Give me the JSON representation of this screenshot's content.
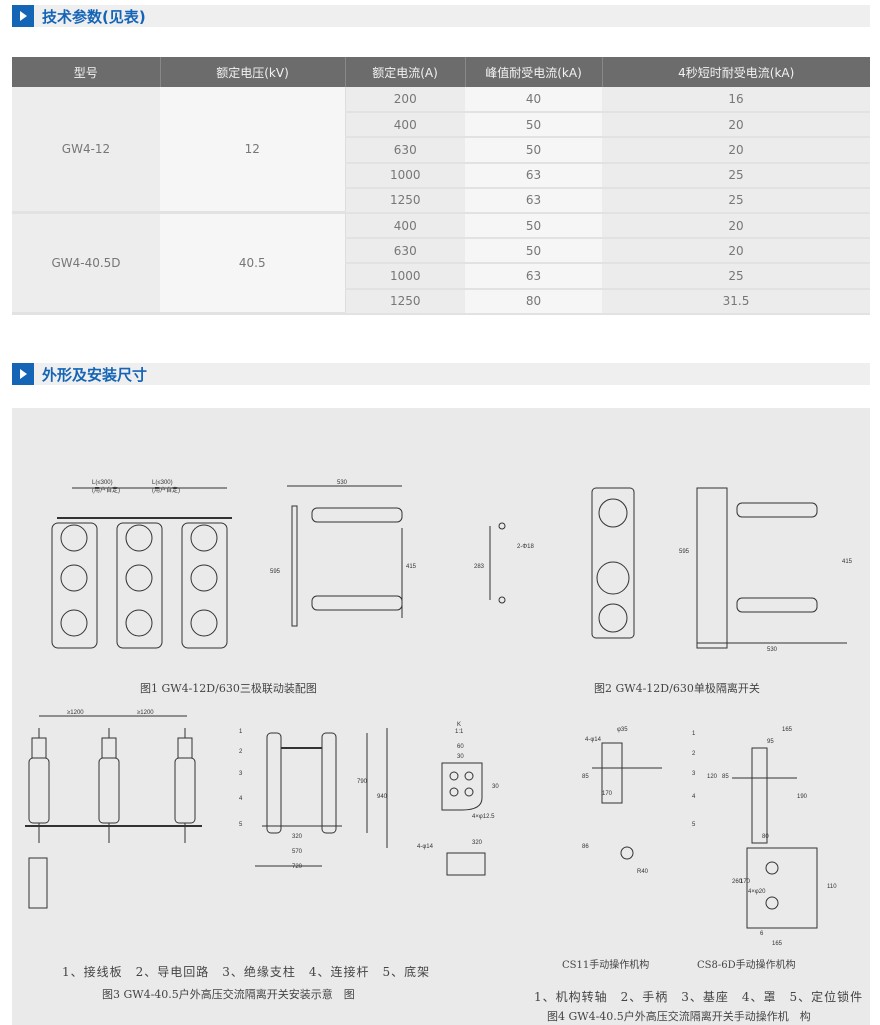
{
  "section1": {
    "title": "技术参数(见表)"
  },
  "table": {
    "headers": [
      "型号",
      "额定电压(kV)",
      "额定电流(A)",
      "峰值耐受电流(kA)",
      "4秒短时耐受电流(kA)"
    ],
    "groups": [
      {
        "model": "GW4-12",
        "voltage": "12",
        "rows": [
          [
            "200",
            "40",
            "16"
          ],
          [
            "400",
            "50",
            "20"
          ],
          [
            "630",
            "50",
            "20"
          ],
          [
            "1000",
            "63",
            "25"
          ],
          [
            "1250",
            "63",
            "25"
          ]
        ]
      },
      {
        "model": "GW4-40.5D",
        "voltage": "40.5",
        "rows": [
          [
            "400",
            "50",
            "20"
          ],
          [
            "630",
            "50",
            "20"
          ],
          [
            "1000",
            "63",
            "25"
          ],
          [
            "1250",
            "80",
            "31.5"
          ]
        ]
      }
    ]
  },
  "section2": {
    "title": "外形及安装尺寸"
  },
  "figures": {
    "fig1": {
      "caption": "图1 GW4-12D/630三极联动装配图",
      "dims": [
        "L(≤300)",
        "(用户自定)",
        "L(≤300)",
        "(用户自定)",
        "530",
        "595",
        "415",
        "2-Φ18",
        "283"
      ]
    },
    "fig2": {
      "caption": "图2 GW4-12D/630单极隔离开关",
      "dims": [
        "595",
        "415",
        "530"
      ]
    },
    "fig3": {
      "legend": "1、接线板　2、导电回路　3、绝缘支柱　4、连接杆　5、底架",
      "caption": "图3 GW4-40.5户外高压交流隔离开关安装示意　图",
      "dims": [
        "≥1200",
        "≥1200",
        "K",
        "320",
        "570",
        "720",
        "790",
        "940",
        "1",
        "2",
        "3",
        "4",
        "5",
        "K",
        "1:1",
        "60",
        "30",
        "30",
        "4×φ12.5",
        "4-φ14",
        "320"
      ]
    },
    "fig4": {
      "sub1": "CS11手动操作机构",
      "sub2": "CS8-6D手动操作机构",
      "legend": "1、机构转轴　2、手柄　3、基座　4、罩　5、定位锁件",
      "caption": "图4 GW4-40.5户外高压交流隔离开关手动操作机　构",
      "dims": [
        "φ35",
        "4-φ14",
        "85",
        "170",
        "165",
        "95",
        "120",
        "85",
        "190",
        "80",
        "86",
        "R40",
        "260",
        "170",
        "4×φ20",
        "110",
        "6",
        "165",
        "1",
        "2",
        "3",
        "4",
        "5"
      ]
    }
  }
}
